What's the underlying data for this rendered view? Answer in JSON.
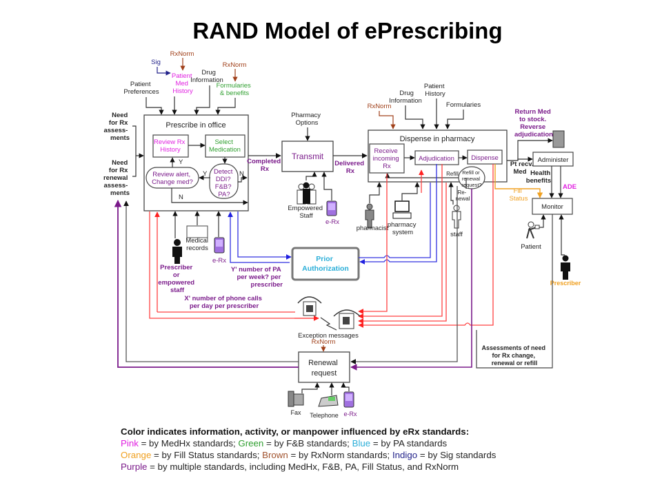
{
  "title": "RAND Model of ePrescribing",
  "colors": {
    "pink": "#e020e0",
    "green": "#2e9e2e",
    "blue": "#2aaed8",
    "orange": "#f0a020",
    "brown": "#a0522d",
    "indigo": "#22228a",
    "purple": "#7a1a8a",
    "red": "#ff4040",
    "arrow_blue": "#3030e0",
    "gray": "#555555"
  },
  "inputs_top_left": {
    "sig": "Sig",
    "rxnorm1": "RxNorm",
    "patient_med_history": [
      "Patient",
      "Med",
      "History"
    ],
    "patient_preferences": [
      "Patient",
      "Preferences"
    ],
    "drug_information": [
      "Drug",
      "Information"
    ],
    "rxnorm2": "RxNorm",
    "formularies_benefits": [
      "Formularies",
      "& benefits"
    ]
  },
  "left_side": {
    "need_rx_assessments": [
      "Need",
      "for Rx",
      "assess-",
      "ments"
    ],
    "need_rx_renewal": [
      "Need",
      "for Rx",
      "renewal",
      "assess-",
      "ments"
    ]
  },
  "prescribe": {
    "title": "Prescribe in office",
    "review_rx_history": [
      "Review Rx",
      "History"
    ],
    "select_medication": [
      "Select",
      "Medication"
    ],
    "review_alert": [
      "Review alert,",
      "Change med?"
    ],
    "detect": [
      "Detect",
      "DDI?",
      "F&B?",
      "PA?"
    ],
    "y1": "Y",
    "y2": "Y",
    "n1": "N",
    "n2": "N"
  },
  "prescribe_inputs": {
    "medical_records": [
      "Medical",
      "records"
    ],
    "erx": "e-Rx",
    "prescriber": [
      "Prescriber",
      "or",
      "empowered",
      "staff"
    ]
  },
  "completed_rx": [
    "Completed",
    "Rx"
  ],
  "transmit": {
    "pharmacy_options": [
      "Pharmacy",
      "Options"
    ],
    "label": "Transmit",
    "empowered_staff": [
      "Empowered",
      "Staff"
    ],
    "erx": "e-Rx"
  },
  "delivered_rx": [
    "Delivered",
    "Rx"
  ],
  "pharmacy_inputs": {
    "rxnorm": "RxNorm",
    "drug_information": [
      "Drug",
      "Information"
    ],
    "patient_history": [
      "Patient",
      "History"
    ],
    "formularies": "Formularies"
  },
  "dispense": {
    "title": "Dispense in pharmacy",
    "receive": [
      "Receive",
      "incoming",
      "Rx"
    ],
    "adjudication": "Adjudication",
    "dispense": "Dispense",
    "refill": "Refill",
    "refill_request": [
      "Refill or",
      "renewal",
      "request?"
    ],
    "renewal": [
      "Re-",
      "newal"
    ],
    "pharmacist": "pharmacist",
    "pharmacy_system": [
      "pharmacy",
      "system"
    ],
    "staff": "staff"
  },
  "right_side": {
    "return_med": [
      "Return Med",
      "to stock.",
      "Reverse",
      "adjudication"
    ],
    "pt_recv_med": [
      "Pt recv.",
      "Med"
    ],
    "administer": "Administer",
    "health_benefits": [
      "Health",
      "benefits"
    ],
    "ade": "ADE",
    "fill_status": [
      "Fill",
      "Status"
    ],
    "monitor": "Monitor",
    "patient": "Patient",
    "prescriber": "Prescriber",
    "assessments": [
      "Assessments of need",
      "for Rx change,",
      "renewal or refill"
    ]
  },
  "prior_auth": {
    "label": [
      "Prior",
      "Authorization"
    ],
    "y_note": [
      "Y' number of PA",
      "per week? per",
      "prescriber"
    ],
    "x_note": [
      "X' number of phone calls",
      "per day per prescriber"
    ]
  },
  "exception": {
    "label": "Exception messages",
    "rxnorm": "RxNorm"
  },
  "renewal": {
    "label": [
      "Renewal",
      "request"
    ],
    "fax": "Fax",
    "telephone": "Telephone",
    "erx": "e-Rx"
  },
  "legend": {
    "header": "Color indicates information, activity, or manpower influenced by eRx standards:",
    "line1": [
      {
        "word": "Pink",
        "color": "pink",
        "text": " = by MedHx standards; "
      },
      {
        "word": "Green",
        "color": "green",
        "text": " = by F&B standards; "
      },
      {
        "word": "Blue",
        "color": "blue",
        "text": " = by PA standards"
      }
    ],
    "line2": [
      {
        "word": "Orange",
        "color": "orange",
        "text": " = by Fill Status standards; "
      },
      {
        "word": "Brown",
        "color": "brown",
        "text": " = by RxNorm standards; "
      },
      {
        "word": "Indigo",
        "color": "indigo",
        "text": " = by Sig standards"
      }
    ],
    "line3": [
      {
        "word": "Purple",
        "color": "purple",
        "text": " = by multiple standards, including MedHx, F&B, PA, Fill Status, and RxNorm"
      }
    ]
  }
}
